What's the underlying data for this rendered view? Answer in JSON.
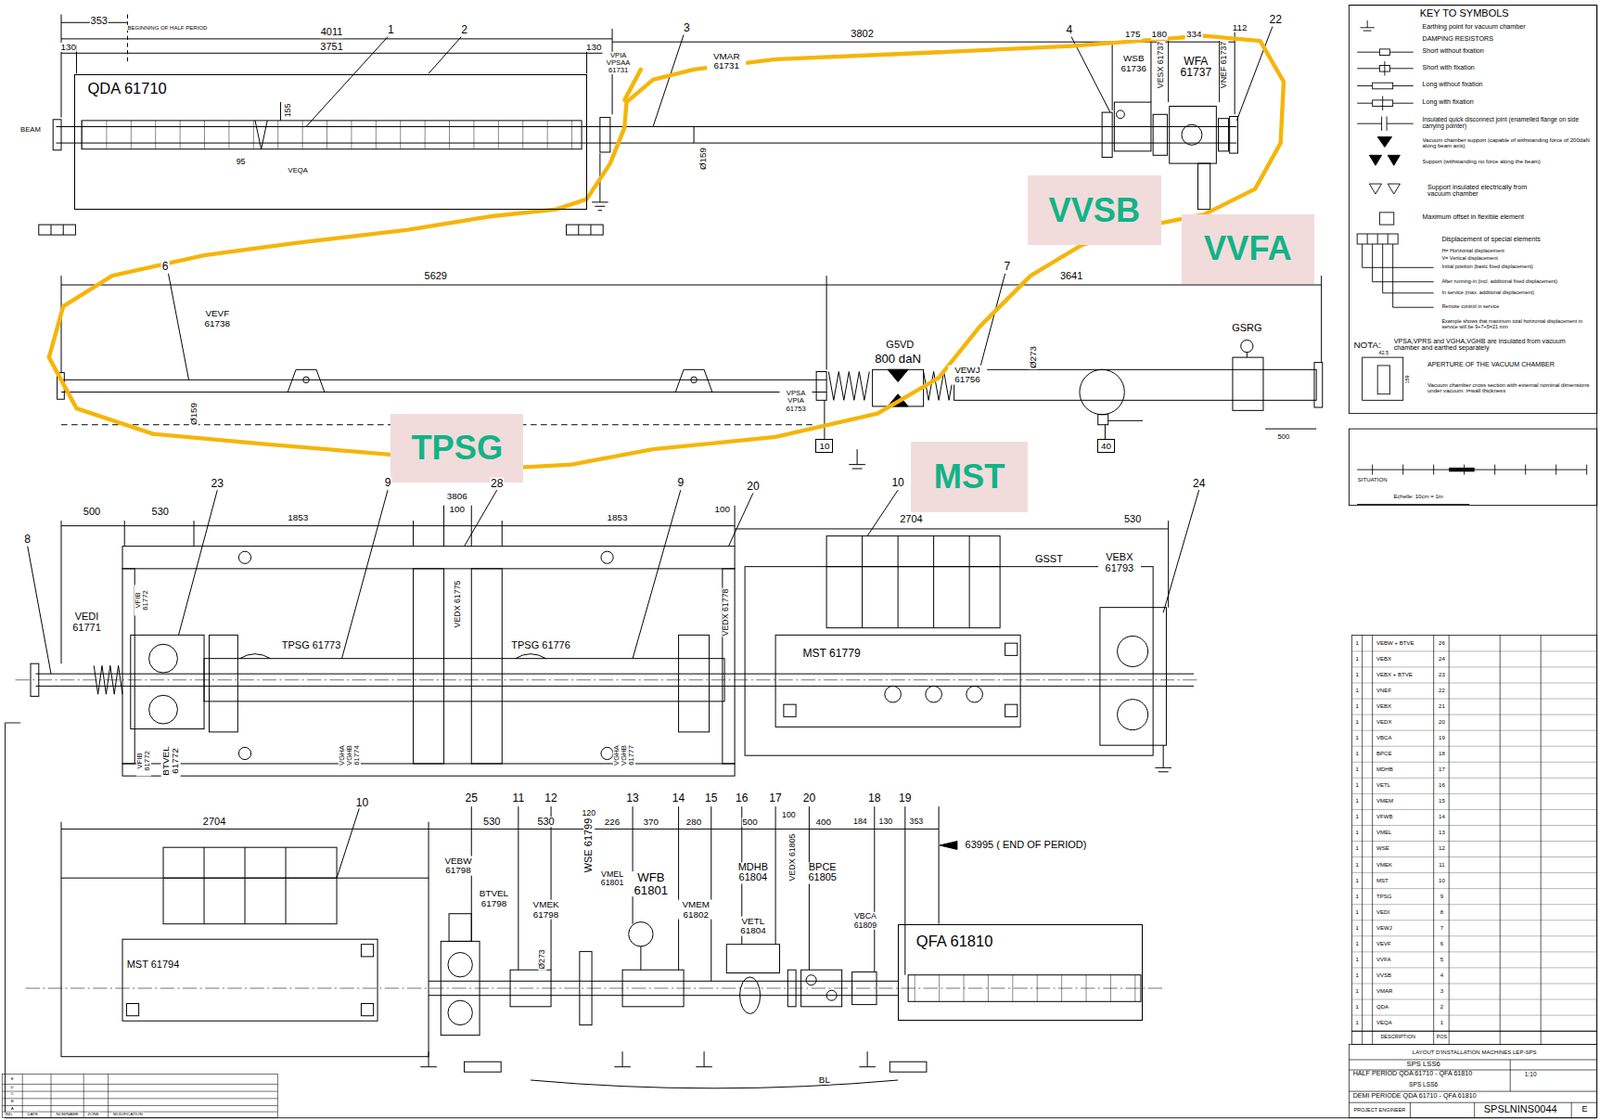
{
  "diagram": {
    "nodes": [
      {
        "text": [
          "QDA 61710"
        ]
      },
      {
        "text": [
          "VVSB"
        ]
      },
      {
        "text": [
          "VVFA"
        ]
      },
      {
        "text": [
          "TPSG"
        ]
      },
      {
        "text": [
          "10"
        ]
      },
      {
        "text": [
          "40"
        ]
      },
      {
        "text": [
          "MST"
        ]
      },
      {
        "text": [
          "QFA 61810"
        ]
      }
    ],
    "labels": [
      "353",
      "BEGINNING OF HALF PERIOD",
      "4011",
      "3751",
      "130",
      "130",
      "1",
      "2",
      "3",
      "3802",
      "4",
      "175",
      "180",
      "334",
      "112",
      "22",
      "VPIA VPSAA 61731",
      "VMAR 61731",
      "BEAM",
      "155",
      "95",
      "VEQA",
      "Ø159",
      "WSB 61736",
      "VESX 61737",
      "WFA 61737",
      "VNEF 61737",
      "6",
      "5629",
      "7",
      "3641",
      "VEVF 61738",
      "Ø159",
      "VPSA VPIA 61753",
      "G5VD",
      "800 daN",
      "VEWJ 61756",
      "Ø273",
      "GSRG",
      "500",
      "23",
      "9",
      "3806",
      "28",
      "9",
      "20",
      "10",
      "24",
      "500",
      "530",
      "1853",
      "100",
      "1853",
      "100",
      "2704",
      "530",
      "8",
      "VEDI 61771",
      "GSST",
      "VEBX 61793",
      "TPSG 61773",
      "TPSG 61776",
      "VEDX 61775",
      "VEDX 61778",
      "MST 61779",
      "VFIB 61772",
      "BTVEL 61772",
      "VFIB 61772",
      "VGHA VGHB 61774",
      "VGHA VGHB 61777",
      "2704",
      "10",
      "25",
      "530",
      "11",
      "12",
      "530",
      "120",
      "13",
      "226",
      "370",
      "14",
      "280",
      "15",
      "16",
      "500",
      "17",
      "100",
      "20",
      "400",
      "18",
      "184",
      "19",
      "130",
      "353",
      "63995 ( END OF PERIOD)",
      "VEBW 61798",
      "BTVEL 61798",
      "VMEK 61798",
      "WSE 61799",
      "VMEL 61801",
      "WFB 61801",
      "VMEM 61802",
      "MDHB 61804",
      "VETL 61804",
      "VEDX 61805",
      "BPCE 61805",
      "VBCA 61809",
      "MST 61794",
      "Ø273",
      "BL",
      "KEY TO SYMBOLS",
      "DAMPING RESISTORS",
      "H= Horizontal displacement",
      "V= Vertical displacement",
      "Initial position (basic fixed displacement)",
      "After running-in (incl. additional fixed displacement)",
      "In service (max. additional displacement)",
      "Remote control in service",
      "Example shows that maximum total horizontal displacement in service will be 9+7+5=21 mm",
      "NOTA:",
      "VPSA,VPRS and VGHA,VGHB are insulated from vacuum chamber and earthed separately",
      "42.5",
      "159",
      "Vacuum chamber cross section with external nominal dimensions under vacuum. t=wall thickness",
      "SITUATION",
      "Echelle: 10cm = 1m",
      "DESCRIPTION",
      "POS",
      "LAYOUT D'INSTALLATION MACHINES LEP-SPS",
      "SPS LSS6",
      "HALF PERIOD QDA 61710 - QFA 61810",
      "1:10",
      "SPS LSS6",
      "DEMI PERIODE QDA 61710 - QFA 61810",
      "PROJECT ENGINEER",
      "SPSLNINS0044",
      "E",
      "IND.",
      "DATE",
      "NOM/NAME",
      "ZONE",
      "MODIFICATION",
      "E",
      "D",
      "C",
      "B",
      "A",
      "1",
      "VEBW + BTVE",
      "26",
      "1",
      "VEBX",
      "24",
      "1",
      "VEBX + BTVE",
      "23",
      "1",
      "VNEF",
      "22",
      "1",
      "VEBX",
      "21",
      "1",
      "VEDX",
      "20",
      "1",
      "VBCA",
      "19",
      "1",
      "BPCE",
      "18",
      "1",
      "MDHB",
      "17",
      "1",
      "VETL",
      "16",
      "1",
      "VMEM",
      "15",
      "1",
      "VFWB",
      "14",
      "1",
      "VMEL",
      "13",
      "1",
      "WSE",
      "12",
      "1",
      "VMEK",
      "11",
      "1",
      "MST",
      "10",
      "1",
      "TPSG",
      "9",
      "1",
      "VEDI",
      "8",
      "1",
      "VEWJ",
      "7",
      "1",
      "VEVF",
      "6",
      "1",
      "VVFA",
      "5",
      "1",
      "VVSB",
      "4",
      "1",
      "VMAR",
      "3",
      "1",
      "QDA",
      "2",
      "1",
      "VEQA",
      "1"
    ],
    "legend": [
      {
        "text": "Earthing point for vacuum chamber"
      },
      {
        "text": "Short without fixation"
      },
      {
        "text": "Short with fixation"
      },
      {
        "text": "Long without fixation"
      },
      {
        "text": "Long with fixation"
      },
      {
        "text": "Insulated quick disconnect joint (enamelled flange on side carrying pointer)"
      },
      {
        "text": "Vacuum chamber support (capable of withstanding force of 200daN along beam axis)"
      },
      {
        "text": "Support (withstanding no force along the beam)"
      },
      {
        "text": "Support insulated electrically from vacuum chamber"
      },
      {
        "text": "Maximum offset in flexible element"
      },
      {
        "text": "Displacement of special elements"
      },
      {
        "text": "APERTURE OF THE VACUUM CHAMBER"
      }
    ]
  }
}
